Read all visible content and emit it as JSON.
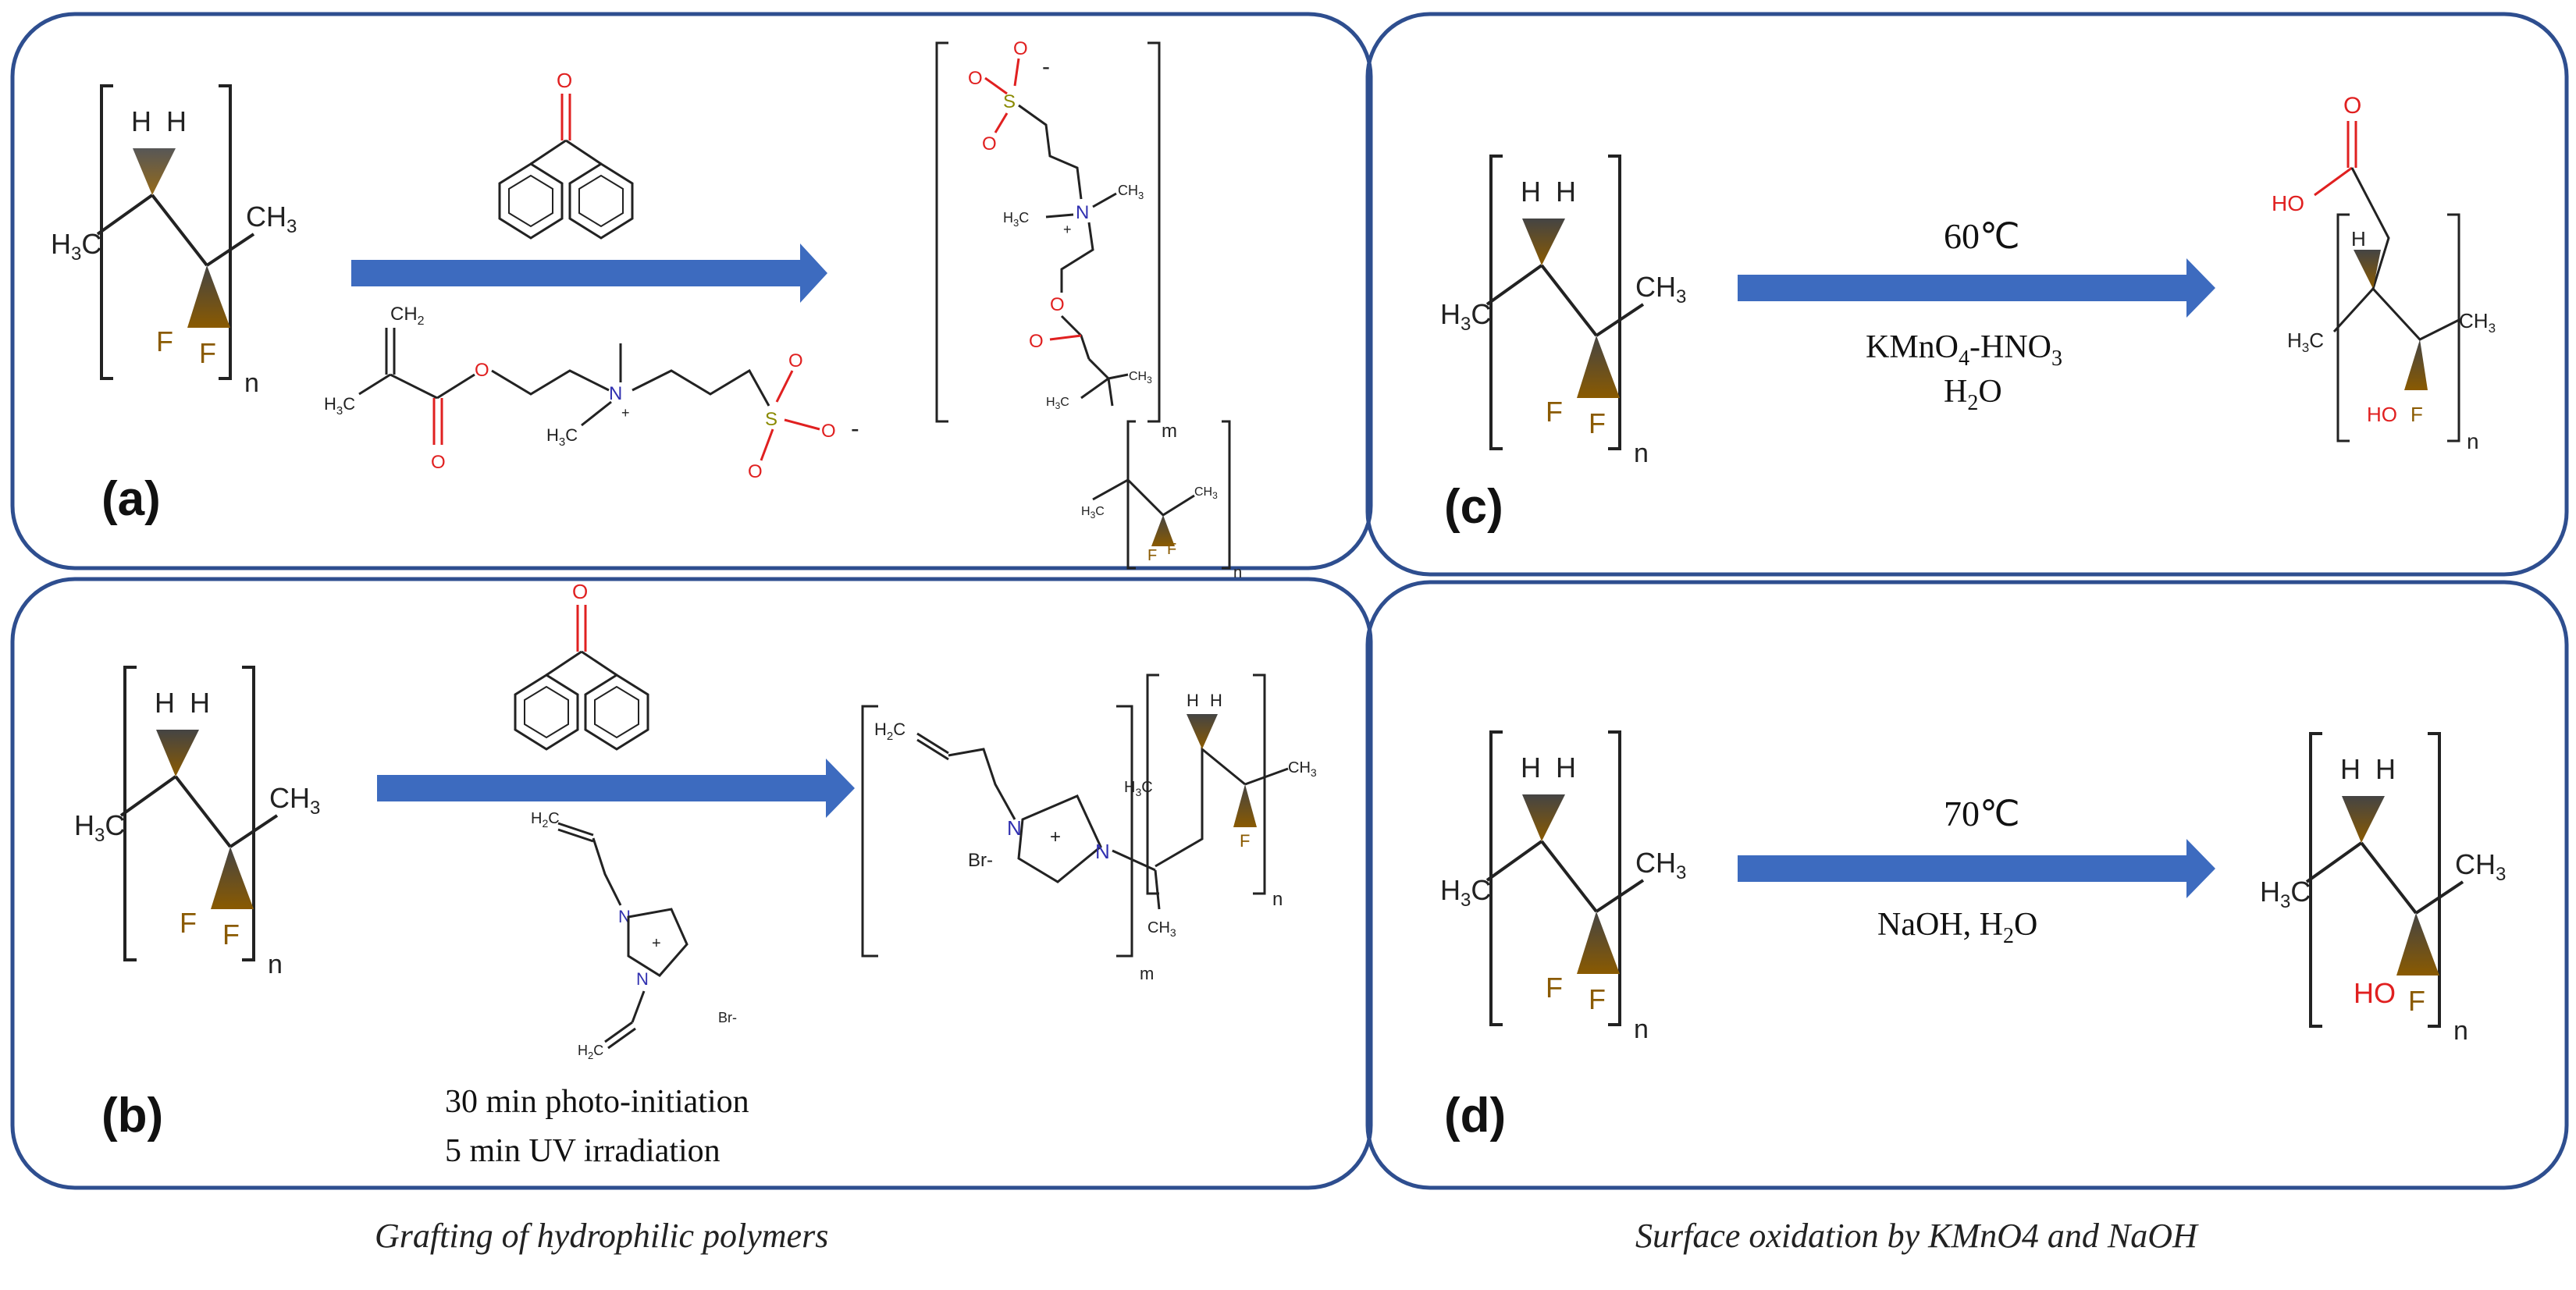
{
  "panels": {
    "a": {
      "label": "(a)"
    },
    "b": {
      "label": "(b)",
      "condition1": "30 min photo-initiation",
      "condition2": "5 min UV irradiation"
    },
    "c": {
      "label": "(c)",
      "temp": "60℃",
      "reagent_main": "KMnO",
      "reagent_sub1": "4",
      "reagent_tail": "-HNO",
      "reagent_sub2": "3",
      "solvent_main": "H",
      "solvent_sub": "2",
      "solvent_tail": "O"
    },
    "d": {
      "label": "(d)",
      "temp": "70℃",
      "reagent_main": "NaOH, H",
      "reagent_sub": "2",
      "reagent_tail": "O"
    }
  },
  "captions": {
    "left": "Grafting of hydrophilic polymers",
    "right": "Surface oxidation by KMnO4 and NaOH"
  },
  "atoms": {
    "H": "H",
    "F": "F",
    "n": "n",
    "m": "m",
    "O": "O",
    "S": "S",
    "N": "N",
    "plus": "+",
    "minus": "-",
    "C": "C",
    "subscript3": "3",
    "subscript2": "2",
    "HO": "HO",
    "Br": "Br-",
    "H3C_H": "H",
    "CH_C": "CH",
    "NI": "N"
  },
  "colors": {
    "panel_border": "#2e4e8f",
    "arrow": "#3d6bbf",
    "bond": "#222222",
    "fluorine": "#8a5a00",
    "oxygen": "#e02020",
    "nitrogen": "#3030b0",
    "sulfur": "#8a8a00"
  }
}
